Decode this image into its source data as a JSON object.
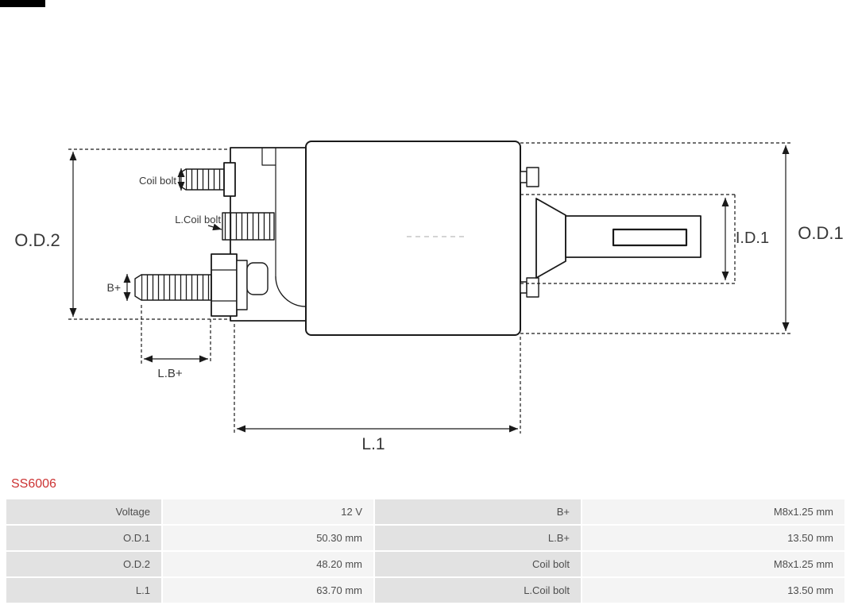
{
  "part_number": "SS6006",
  "diagram": {
    "labels": {
      "od2": "O.D.2",
      "od1": "O.D.1",
      "id1": "I.D.1",
      "coil_bolt": "Coil bolt",
      "l_coil_bolt": "L.Coil bolt",
      "b_plus": "B+",
      "l_b_plus": "L.B+",
      "l1": "L.1"
    }
  },
  "spec_table": {
    "rows": [
      [
        "Voltage",
        "12 V",
        "B+",
        "M8x1.25 mm"
      ],
      [
        "O.D.1",
        "50.30 mm",
        "L.B+",
        "13.50 mm"
      ],
      [
        "O.D.2",
        "48.20 mm",
        "Coil bolt",
        "M8x1.25 mm"
      ],
      [
        "L.1",
        "63.70 mm",
        "L.Coil bolt",
        "13.50 mm"
      ]
    ]
  },
  "colors": {
    "accent_red": "#cc3333",
    "label_cell_bg": "#e2e2e2",
    "value_cell_bg": "#f4f4f4",
    "table_text": "#4d4d4d",
    "line": "#1a1a1a"
  }
}
